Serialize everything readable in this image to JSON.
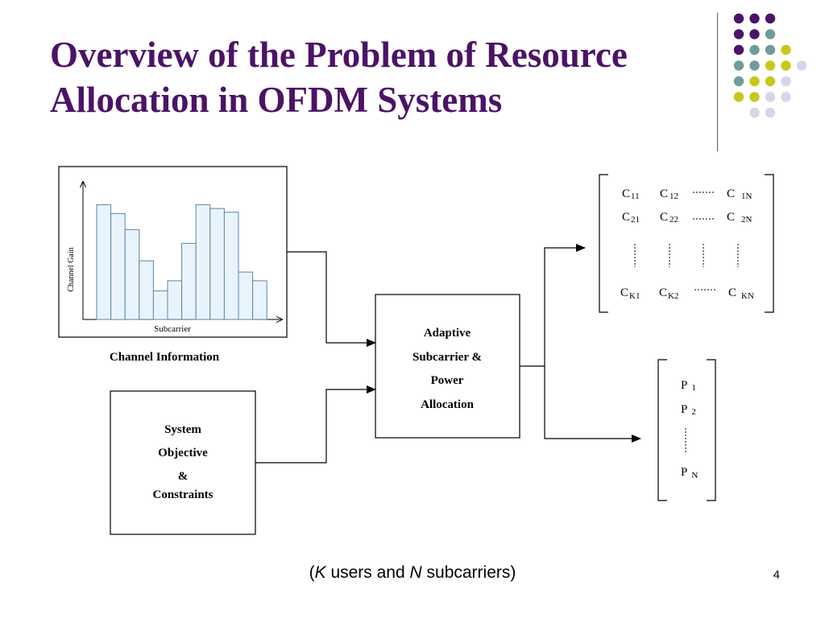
{
  "slide": {
    "title_line1": "Overview of the Problem of Resource",
    "title_line2": "Allocation in OFDM Systems",
    "caption": {
      "open": "(",
      "k": "K",
      "mid": " users and ",
      "n": "N",
      "tail": " subcarriers)"
    },
    "page_number": "4"
  },
  "colors": {
    "title": "#4b1366",
    "dot_purple": "#4b1366",
    "dot_teal": "#6f9c9a",
    "dot_yellow": "#c8c81a",
    "dot_lavender": "#d6d6ea",
    "bar_fill": "#e9f3fb",
    "bar_stroke": "#5a86ad"
  },
  "channel_panel": {
    "ylabel": "Channel Gain",
    "xlabel": "Subcarrier",
    "caption": "Channel Information",
    "bar_levels": [
      0.92,
      0.85,
      0.72,
      0.47,
      0.23,
      0.31,
      0.61,
      0.92,
      0.89,
      0.86,
      0.38,
      0.31
    ]
  },
  "objective_box": {
    "lines": [
      "System",
      "Objective",
      "&",
      "Constraints"
    ]
  },
  "alloc_box": {
    "lines": [
      "Adaptive",
      "Subcarrier &",
      "Power",
      "Allocation"
    ]
  },
  "c_matrix": {
    "rows": [
      [
        {
          "b": "C",
          "s": "11"
        },
        {
          "b": "C",
          "s": "12"
        },
        {
          "b": "C",
          "s": "1N"
        }
      ],
      [
        {
          "b": "C",
          "s": "21"
        },
        {
          "b": "C",
          "s": "22"
        },
        {
          "b": "C",
          "s": "2N"
        }
      ],
      [
        {
          "b": "C",
          "s": "K1"
        },
        {
          "b": "C",
          "s": "K2"
        },
        {
          "b": "C",
          "s": "KN"
        }
      ]
    ]
  },
  "p_vector": {
    "items": [
      {
        "b": "P",
        "s": "1"
      },
      {
        "b": "P",
        "s": "2"
      },
      {
        "b": "P",
        "s": "N"
      }
    ]
  }
}
